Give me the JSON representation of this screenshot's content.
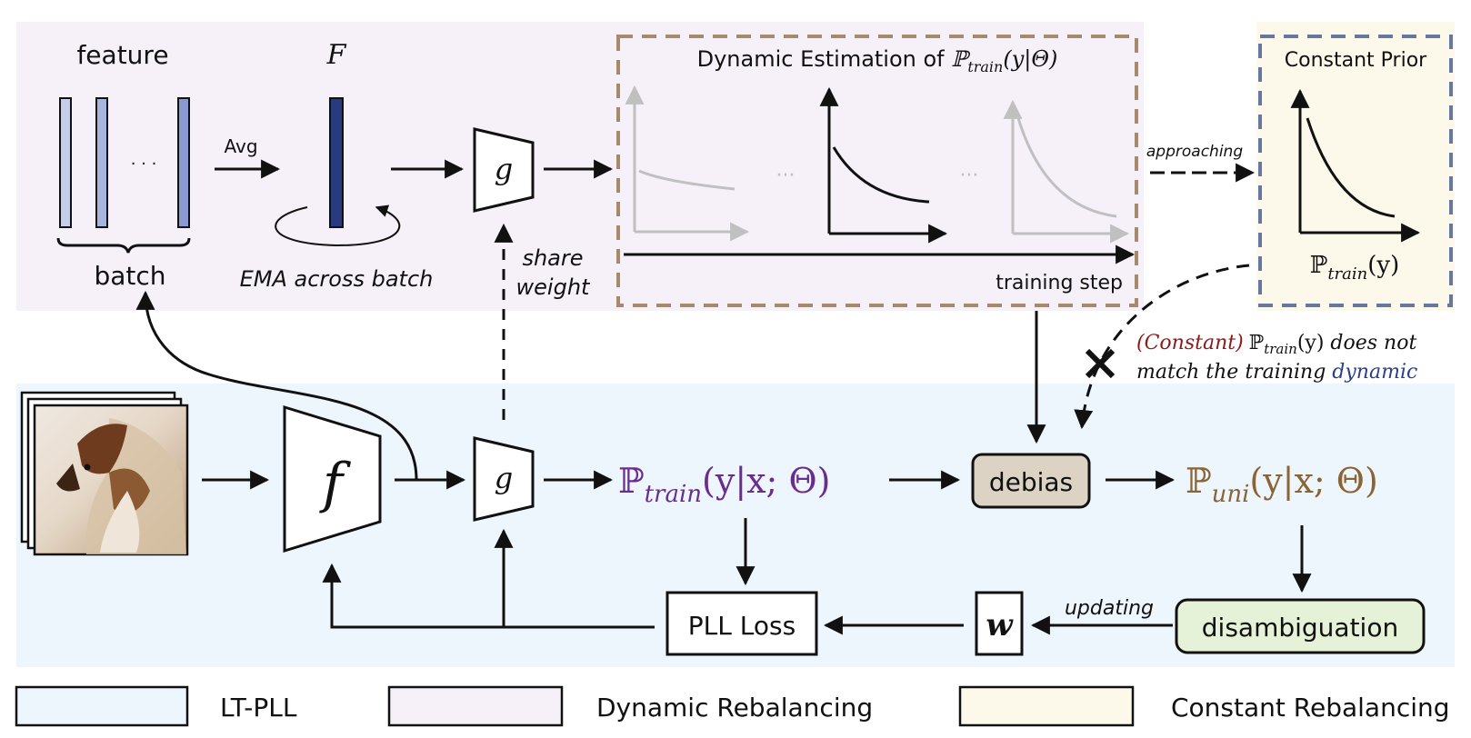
{
  "colors": {
    "lt_pll_bg": "#eef6fd",
    "dynamic_bg": "#f6f1f8",
    "constant_bg": "#fdf9ea",
    "dynamic_border": "#a58a6b",
    "constant_border": "#6778a0",
    "feature_light": "#c6cde8",
    "feature_dark": "#2a3a80",
    "purple": "#6a2c8e",
    "brown": "#8a6434",
    "dark_red": "#8b1a1a",
    "blue": "#2b3f8c",
    "debias_fill": "#dcd3c4",
    "disamb_fill": "#e6f2d8",
    "curve_gray": "#c0c0c0"
  },
  "top": {
    "feature_label": "feature",
    "ellipsis": "· · ·",
    "batch_label": "batch",
    "avg_label": "Avg",
    "F_label": "F",
    "ema_label": "EMA across batch",
    "g_label": "g",
    "share_line1": "share",
    "share_line2": "weight"
  },
  "dynamic_panel": {
    "title_text": "Dynamic Estimation of ",
    "title_math": "ℙ",
    "title_sub": "train",
    "title_args": "(y|Θ)",
    "dots": "···",
    "axis_label": "training step"
  },
  "approaching_label": "approaching",
  "constant_panel": {
    "title": "Constant Prior",
    "p": "ℙ",
    "sub": "train",
    "args": "(y)"
  },
  "annotation": {
    "line1_prefix": "(Constant)",
    "line1_p": "ℙ",
    "line1_sub": "train",
    "line1_args": "(y)",
    "line1_suffix": " does not",
    "line2_prefix": "match the training ",
    "line2_highlight": "dynamic"
  },
  "bottom": {
    "f_label": "f",
    "g_label": "g",
    "ptrain_p": "ℙ",
    "ptrain_sub": "train",
    "ptrain_args": "(y|x; Θ)",
    "debias_label": "debias",
    "puni_p": "ℙ",
    "puni_sub": "uni",
    "puni_args": "(y|x; Θ)",
    "disamb_label": "disambiguation",
    "w_label": "w",
    "updating_label": "updating",
    "pll_loss_label": "PLL Loss"
  },
  "legend": [
    {
      "label": "LT-PLL"
    },
    {
      "label": "Dynamic Rebalancing"
    },
    {
      "label": "Constant Rebalancing"
    }
  ]
}
